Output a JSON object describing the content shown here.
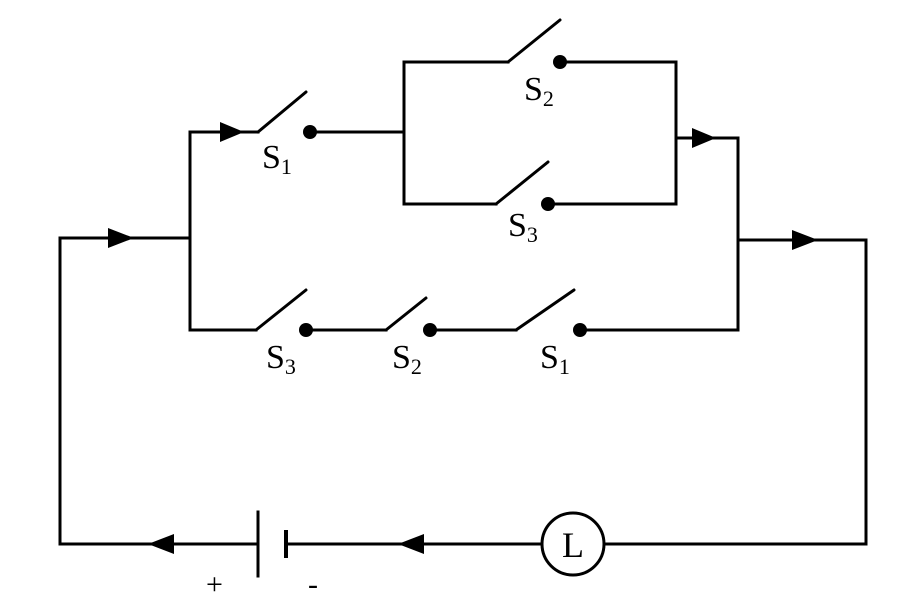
{
  "diagram": {
    "switches": {
      "upper_s1": {
        "letter": "S",
        "sub": "1"
      },
      "upper_s2": {
        "letter": "S",
        "sub": "2"
      },
      "upper_s3": {
        "letter": "S",
        "sub": "3"
      },
      "lower_s3": {
        "letter": "S",
        "sub": "3"
      },
      "lower_s2": {
        "letter": "S",
        "sub": "2"
      },
      "lower_s1": {
        "letter": "S",
        "sub": "1"
      }
    },
    "lamp": {
      "label": "L"
    },
    "battery": {
      "plus": "+",
      "minus": "-"
    }
  }
}
